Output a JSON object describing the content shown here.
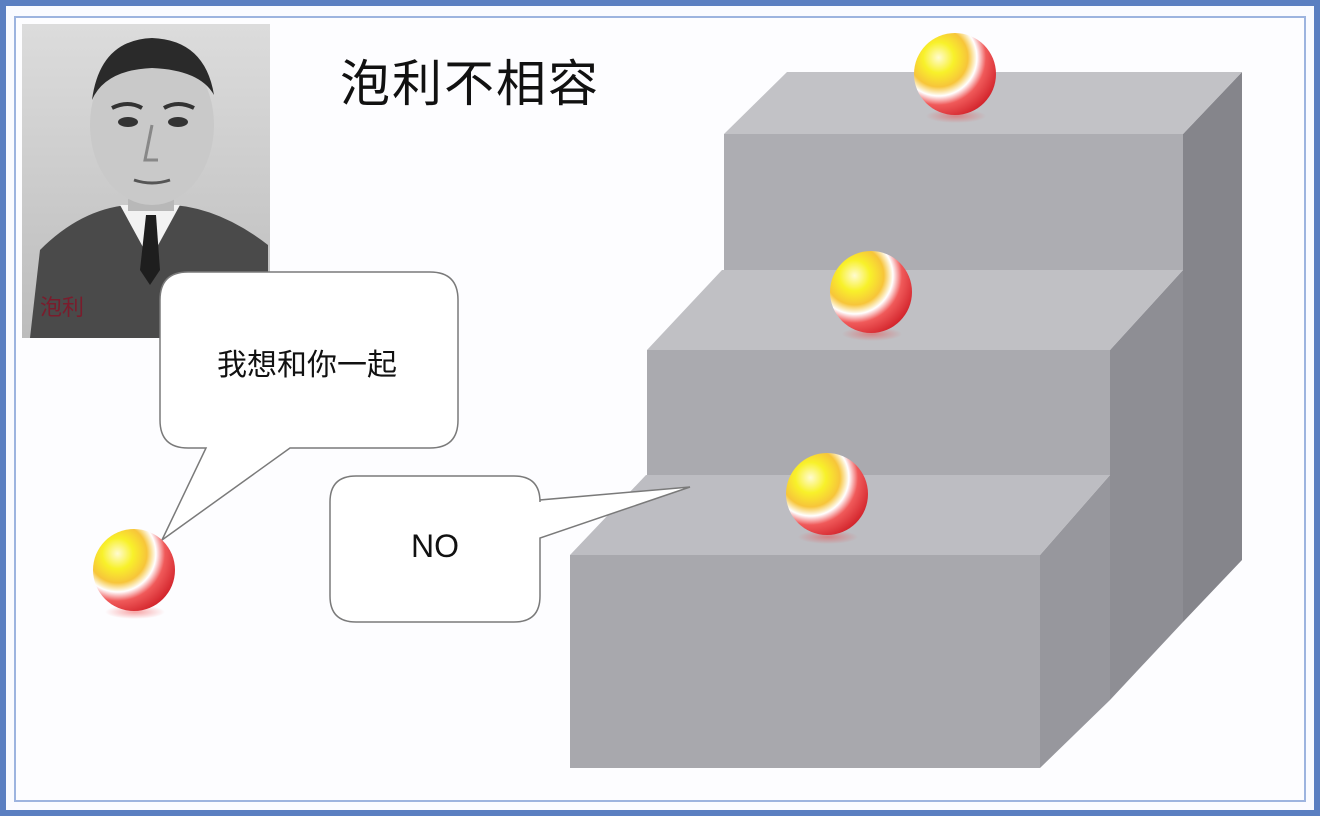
{
  "title": "泡利不相容",
  "portrait": {
    "label": "泡利"
  },
  "speech_bubbles": [
    {
      "text": "我想和你一起"
    },
    {
      "text": "NO"
    }
  ],
  "colors": {
    "frame_outer": "#5b7fc1",
    "frame_inner": "#9db4df",
    "stair_front": "#a9a9ae",
    "stair_top": "#c0c0c4",
    "stair_side": "#8a8a90",
    "ball_red": "#e5262d",
    "ball_yellow": "#f8f12a"
  },
  "icons": [
    "scientist-portrait",
    "electron-ball"
  ]
}
